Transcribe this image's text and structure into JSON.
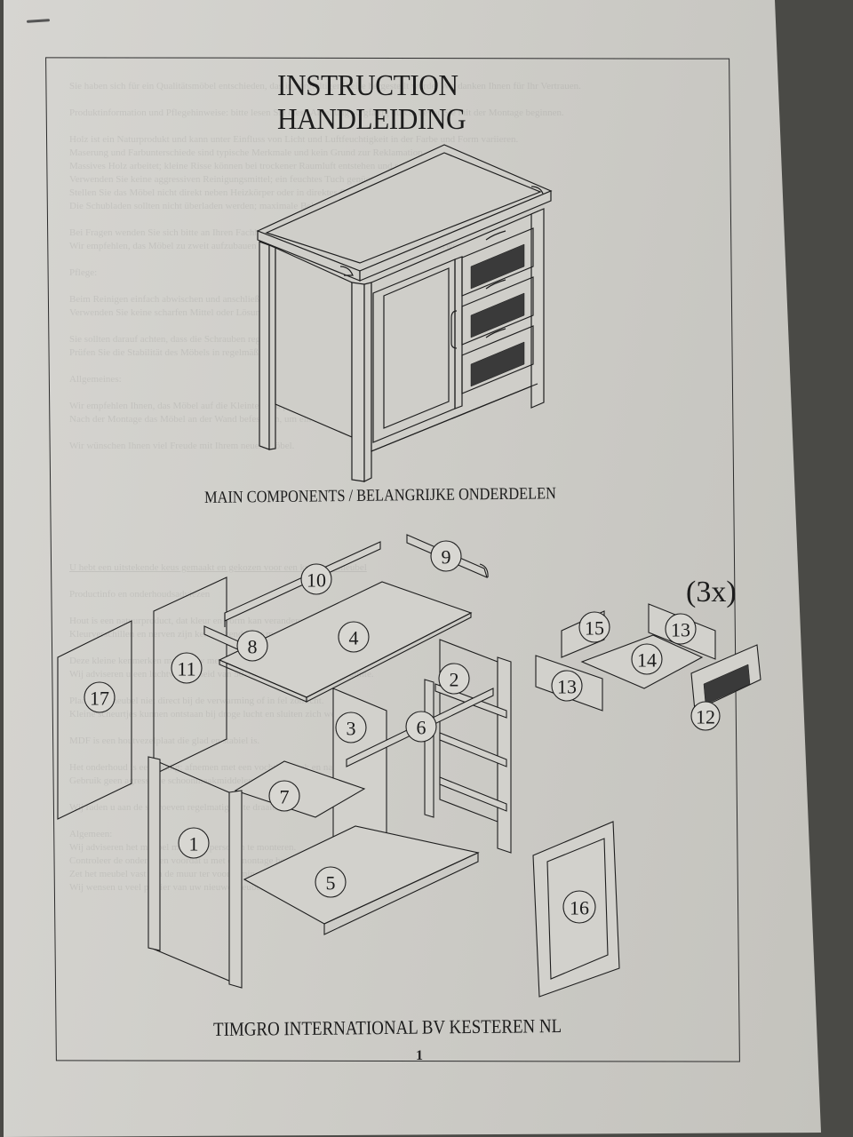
{
  "document": {
    "title_line1": "INSTRUCTION",
    "title_line2": "HANDLEIDING",
    "section_heading": "MAIN COMPONENTS / BELANGRIJKE ONDERDELEN",
    "footer": "TIMGRO INTERNATIONAL BV KESTEREN NL",
    "page_number": "1",
    "drawer_multiplier": "(3x)"
  },
  "illustrations": {
    "assembled": "assembled changing cabinet with door and three mesh drawers",
    "parts": [
      {
        "id": "1",
        "label": "1"
      },
      {
        "id": "2",
        "label": "2"
      },
      {
        "id": "3",
        "label": "3"
      },
      {
        "id": "4",
        "label": "4"
      },
      {
        "id": "5",
        "label": "5"
      },
      {
        "id": "6",
        "label": "6"
      },
      {
        "id": "7",
        "label": "7"
      },
      {
        "id": "8",
        "label": "8"
      },
      {
        "id": "9",
        "label": "9"
      },
      {
        "id": "10",
        "label": "10"
      },
      {
        "id": "11",
        "label": "11"
      },
      {
        "id": "12",
        "label": "12"
      },
      {
        "id": "13a",
        "label": "13"
      },
      {
        "id": "13b",
        "label": "13"
      },
      {
        "id": "14",
        "label": "14"
      },
      {
        "id": "15",
        "label": "15"
      },
      {
        "id": "16",
        "label": "16"
      },
      {
        "id": "17",
        "label": "17"
      }
    ]
  },
  "colors": {
    "paper": "#cfcec9",
    "ink": "#1c1c1c",
    "background": "#4a4a46",
    "mesh": "#3a3a3a"
  }
}
